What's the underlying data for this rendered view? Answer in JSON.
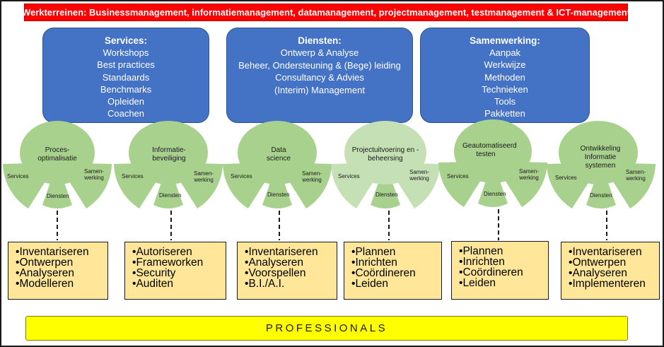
{
  "banner": "Werkterreinen: Businessmanagement, informatiemanagement, datamanagement, projectmanagement, testmanagement & ICT-management",
  "blue_boxes": [
    {
      "title": "Services:",
      "items": [
        "Workshops",
        "Best practices",
        "Standaards",
        "Benchmarks",
        "Opleiden",
        "Coachen"
      ]
    },
    {
      "title": "Diensten:",
      "items": [
        "Ontwerp & Analyse",
        "Beheer, Ondersteuning & (Bege) leiding",
        "Consultancy & Advies",
        "(Interim) Management"
      ]
    },
    {
      "title": "Samenwerking:",
      "items": [
        "Aanpak",
        "Werkwijze",
        "Methoden",
        "Technieken",
        "Tools",
        "Pakketten"
      ]
    }
  ],
  "wheel_labels": {
    "left": "Services",
    "right": "Samen-werking",
    "bottom": "Diensten"
  },
  "areas": [
    {
      "name": "Proces-optimalisatie",
      "tasks": [
        "Inventariseren",
        "Ontwerpen",
        "Analyseren",
        "Modelleren"
      ]
    },
    {
      "name": "Informatie-beveiliging",
      "tasks": [
        "Autoriseren",
        "Frameworken",
        "Security",
        "Auditen"
      ]
    },
    {
      "name": "Data science",
      "tasks": [
        "Inventariseren",
        "Analyseren",
        "Voorspellen",
        "B.I./A.I."
      ]
    },
    {
      "name": "Projectuitvoering en -beheersing",
      "tasks": [
        "Plannen",
        "Inrichten",
        "Coördineren",
        "Leiden"
      ]
    },
    {
      "name": "Geautomatiseerd testen",
      "tasks": [
        "Plannen",
        "Inrichten",
        "Coördineren",
        "Leiden"
      ]
    },
    {
      "name": "Ontwikkeling Informatie systemen",
      "tasks": [
        "Inventariseren",
        "Ontwerpen",
        "Analyseren",
        "Implementeren"
      ]
    }
  ],
  "footer": "PROFESSIONALS",
  "colors": {
    "banner": "#ff0000",
    "blue": "#4472c4",
    "wheel": "#a9d18e",
    "wheel_light": "#c5e0b4",
    "task_box": "#ffe699",
    "footer": "#ffff00"
  }
}
